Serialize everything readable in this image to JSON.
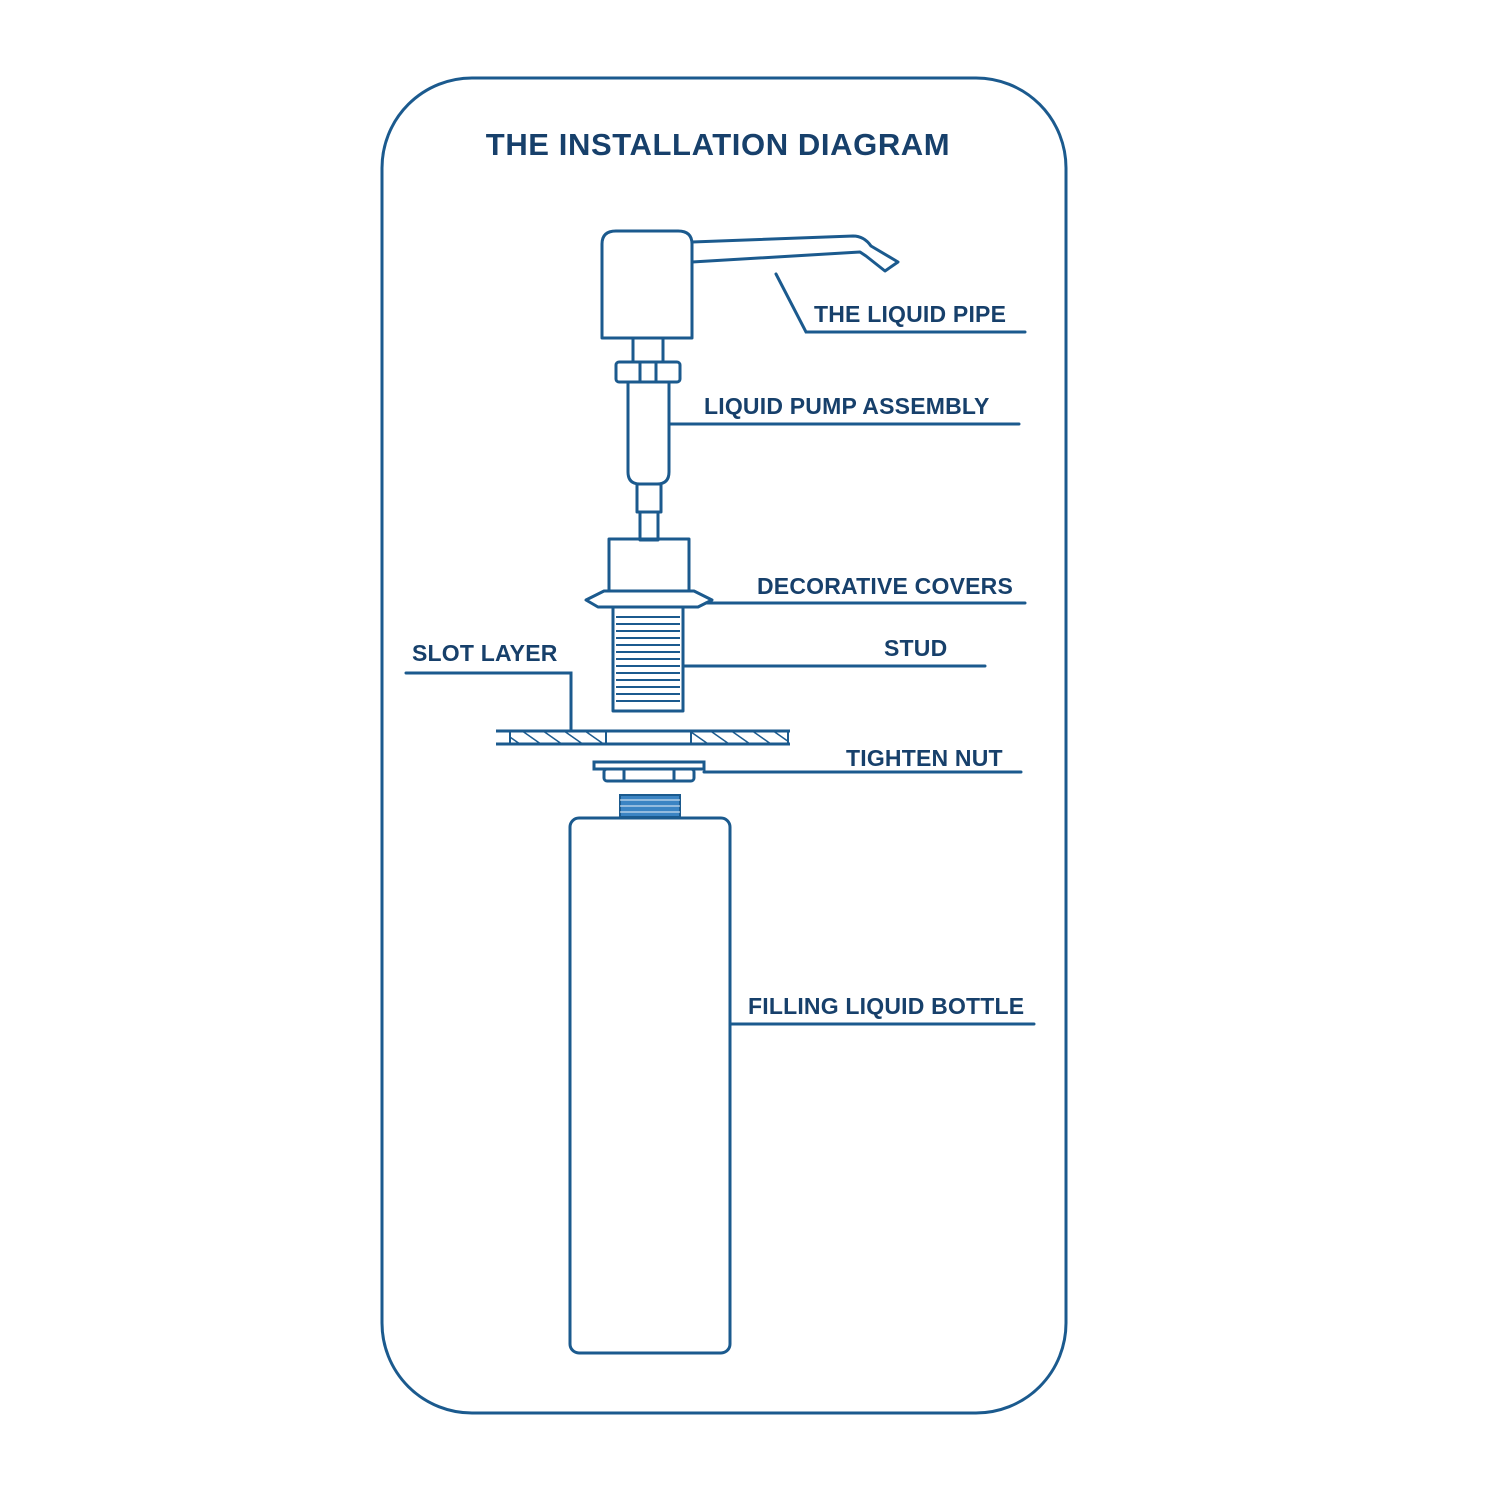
{
  "title": "THE INSTALLATION DIAGRAM",
  "colors": {
    "line": "#1b5a8e",
    "text": "#17406b",
    "background": "#ffffff"
  },
  "labels": {
    "liquid_pipe": "THE LIQUID PIPE",
    "pump_assembly": "LIQUID PUMP ASSEMBLY",
    "decorative_covers": "DECORATIVE COVERS",
    "stud": "STUD",
    "slot_layer": "SLOT LAYER",
    "tighten_nut": "TIGHTEN NUT",
    "bottle": "FILLING LIQUID BOTTLE"
  }
}
